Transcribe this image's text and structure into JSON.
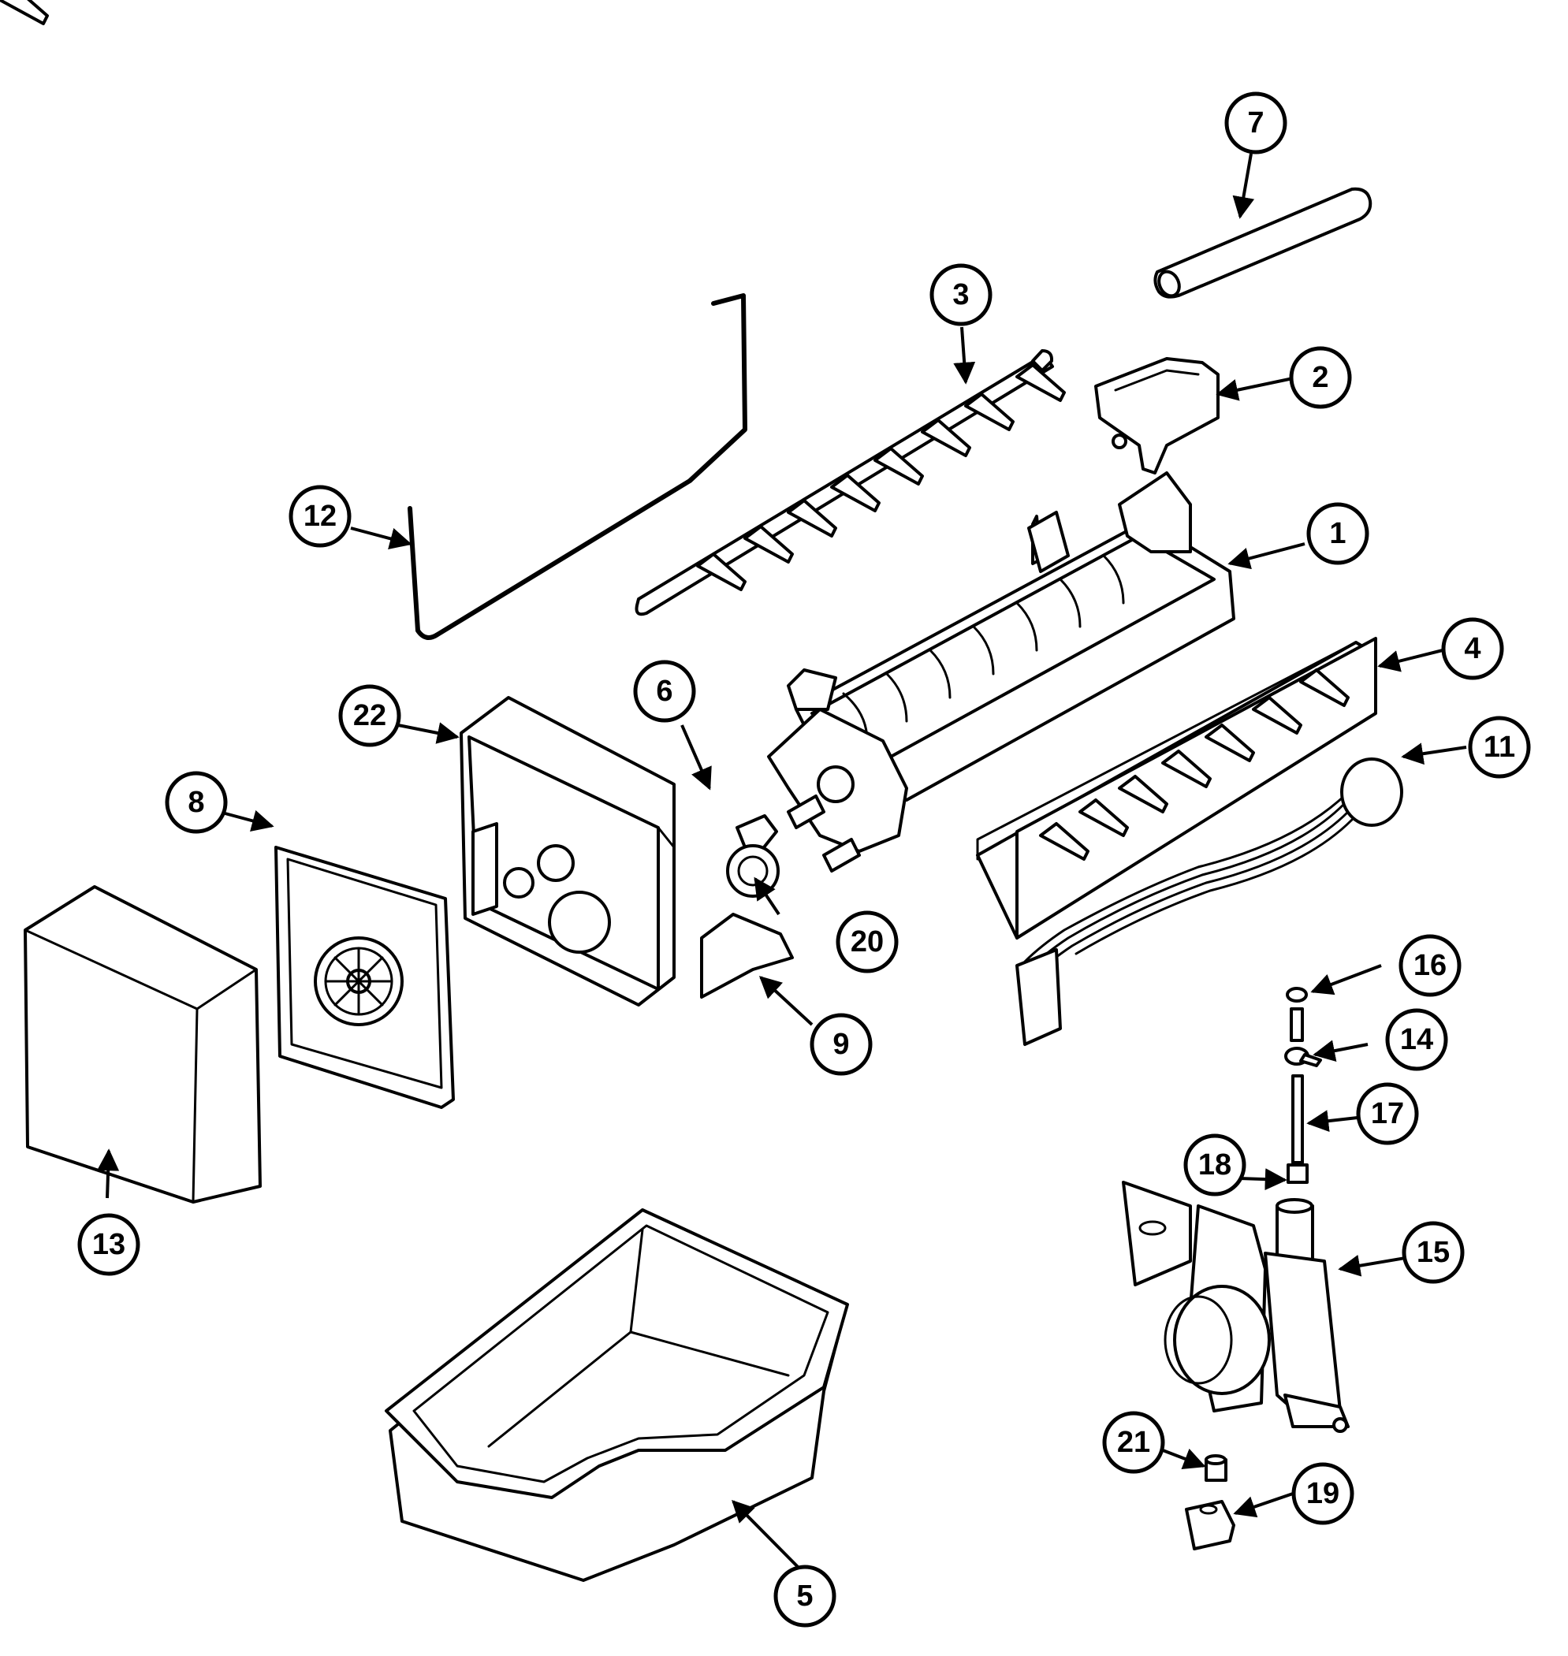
{
  "callouts": {
    "c1": "1",
    "c2": "2",
    "c3": "3",
    "c4": "4",
    "c5": "5",
    "c6": "6",
    "c7": "7",
    "c8": "8",
    "c9": "9",
    "c11": "11",
    "c12": "12",
    "c13": "13",
    "c14": "14",
    "c15": "15",
    "c16": "16",
    "c17": "17",
    "c18": "18",
    "c19": "19",
    "c20": "20",
    "c21": "21",
    "c22": "22"
  },
  "colors": {
    "line": "#000000",
    "background": "#ffffff"
  }
}
